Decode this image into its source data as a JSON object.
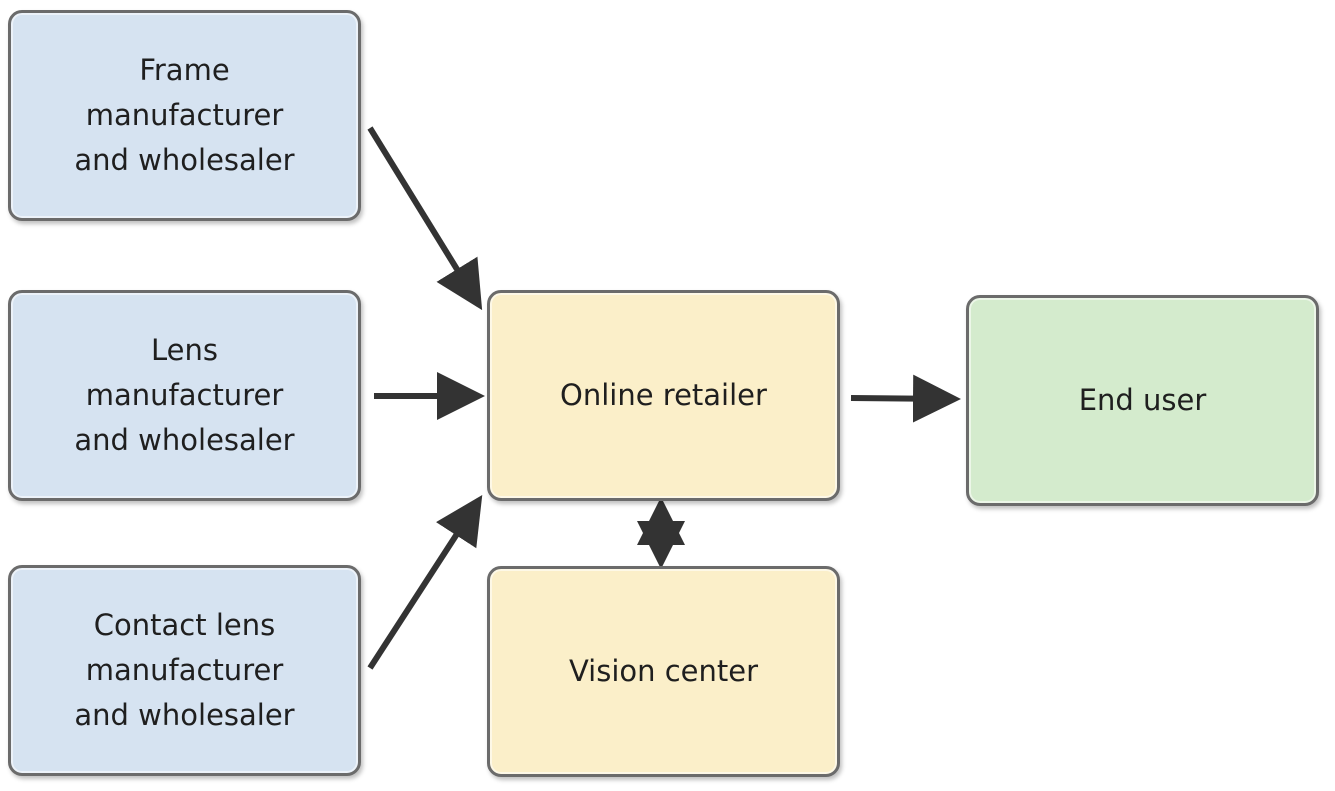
{
  "nodes": {
    "frame": {
      "lines": [
        "Frame",
        "manufacturer",
        "and wholesaler"
      ]
    },
    "lens": {
      "lines": [
        "Lens",
        "manufacturer",
        "and wholesaler"
      ]
    },
    "contact": {
      "lines": [
        "Contact lens",
        "manufacturer",
        "and wholesaler"
      ]
    },
    "online": {
      "lines": [
        "Online retailer"
      ]
    },
    "vision": {
      "lines": [
        "Vision center"
      ]
    },
    "enduser": {
      "lines": [
        "End user"
      ]
    }
  },
  "colors": {
    "supplier_fill": "#d6e3f1",
    "retail_fill": "#fbefc9",
    "enduser_fill": "#d4ebcd",
    "border": "#6b6b6b",
    "arrow": "#333333"
  }
}
